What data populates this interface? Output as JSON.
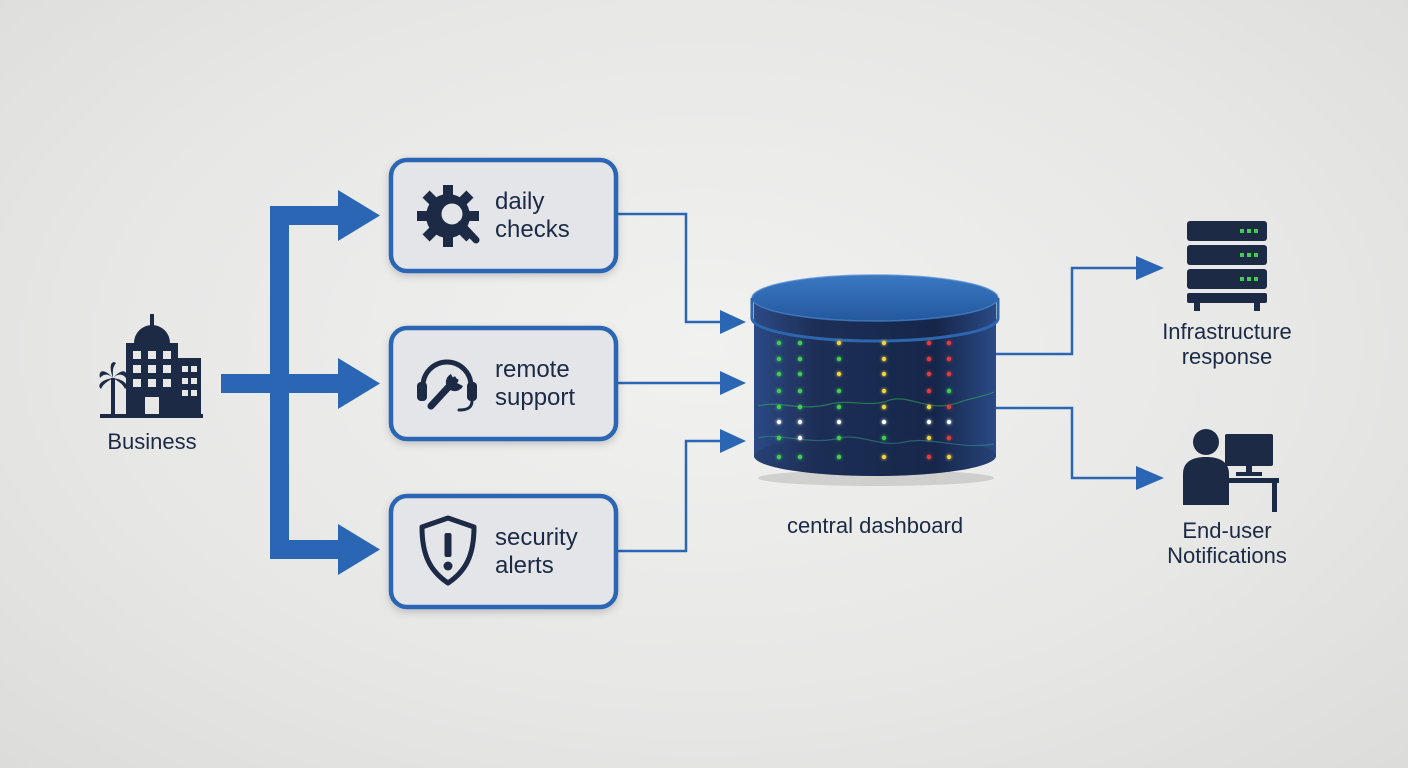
{
  "colors": {
    "background": "#e7e7e6",
    "accent_blue": "#2a66b3",
    "navy": "#1c2a45",
    "box_fill": "#e4e5e8",
    "cylinder_body": "#1d2f57",
    "cylinder_top": "#2d66ad"
  },
  "source": {
    "label": "Business",
    "icon": "building-with-palm-icon"
  },
  "services": [
    {
      "line1": "daily",
      "line2": "checks",
      "icon": "gear-magnifier-icon"
    },
    {
      "line1": "remote",
      "line2": "support",
      "icon": "headset-wrench-icon"
    },
    {
      "line1": "security",
      "line2": "alerts",
      "icon": "shield-alert-icon"
    }
  ],
  "hub": {
    "label": "central dashboard",
    "icon": "database-cylinder-icon",
    "indicator_colors": [
      "#3fcf4e",
      "#f2d43a",
      "#e53a3a",
      "#ffffff"
    ]
  },
  "outputs": [
    {
      "line1": "Infrastructure",
      "line2": "response",
      "icon": "server-rack-icon"
    },
    {
      "line1": "End-user",
      "line2": "Notifications",
      "icon": "user-at-computer-icon"
    }
  ]
}
